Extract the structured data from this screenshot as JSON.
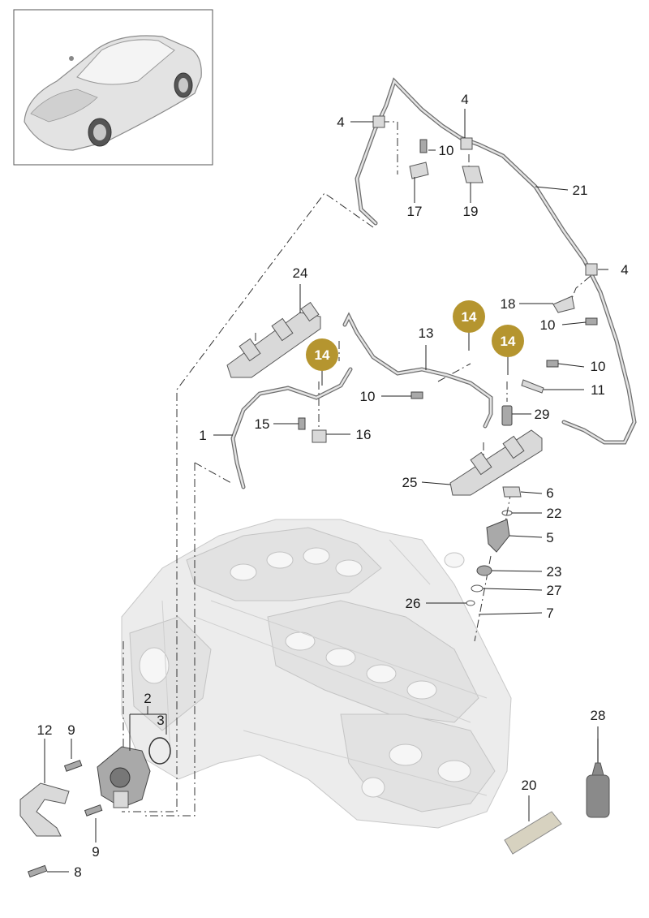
{
  "diagram": {
    "accent_color": "#b5952f",
    "labels": {
      "l4a": "4",
      "l4b": "4",
      "l4c": "4",
      "l10a": "10",
      "l10b": "10",
      "l10c": "10",
      "l10d": "10",
      "l17": "17",
      "l19": "19",
      "l21": "21",
      "l18": "18",
      "l24": "24",
      "l13": "13",
      "l11": "11",
      "l15": "15",
      "l16": "16",
      "l1": "1",
      "l29": "29",
      "l25": "25",
      "l6": "6",
      "l22": "22",
      "l5": "5",
      "l23": "23",
      "l27": "27",
      "l26": "26",
      "l7": "7",
      "l2": "2",
      "l3": "3",
      "l12": "12",
      "l9a": "9",
      "l9b": "9",
      "l8": "8",
      "l28": "28",
      "l20": "20"
    },
    "badges": {
      "b14a": "14",
      "b14b": "14",
      "b14c": "14"
    },
    "icons": {
      "vehicle_thumbnail": "car-coupe-icon",
      "tube": "grease-tube-icon",
      "bottle": "oil-bottle-icon"
    }
  }
}
